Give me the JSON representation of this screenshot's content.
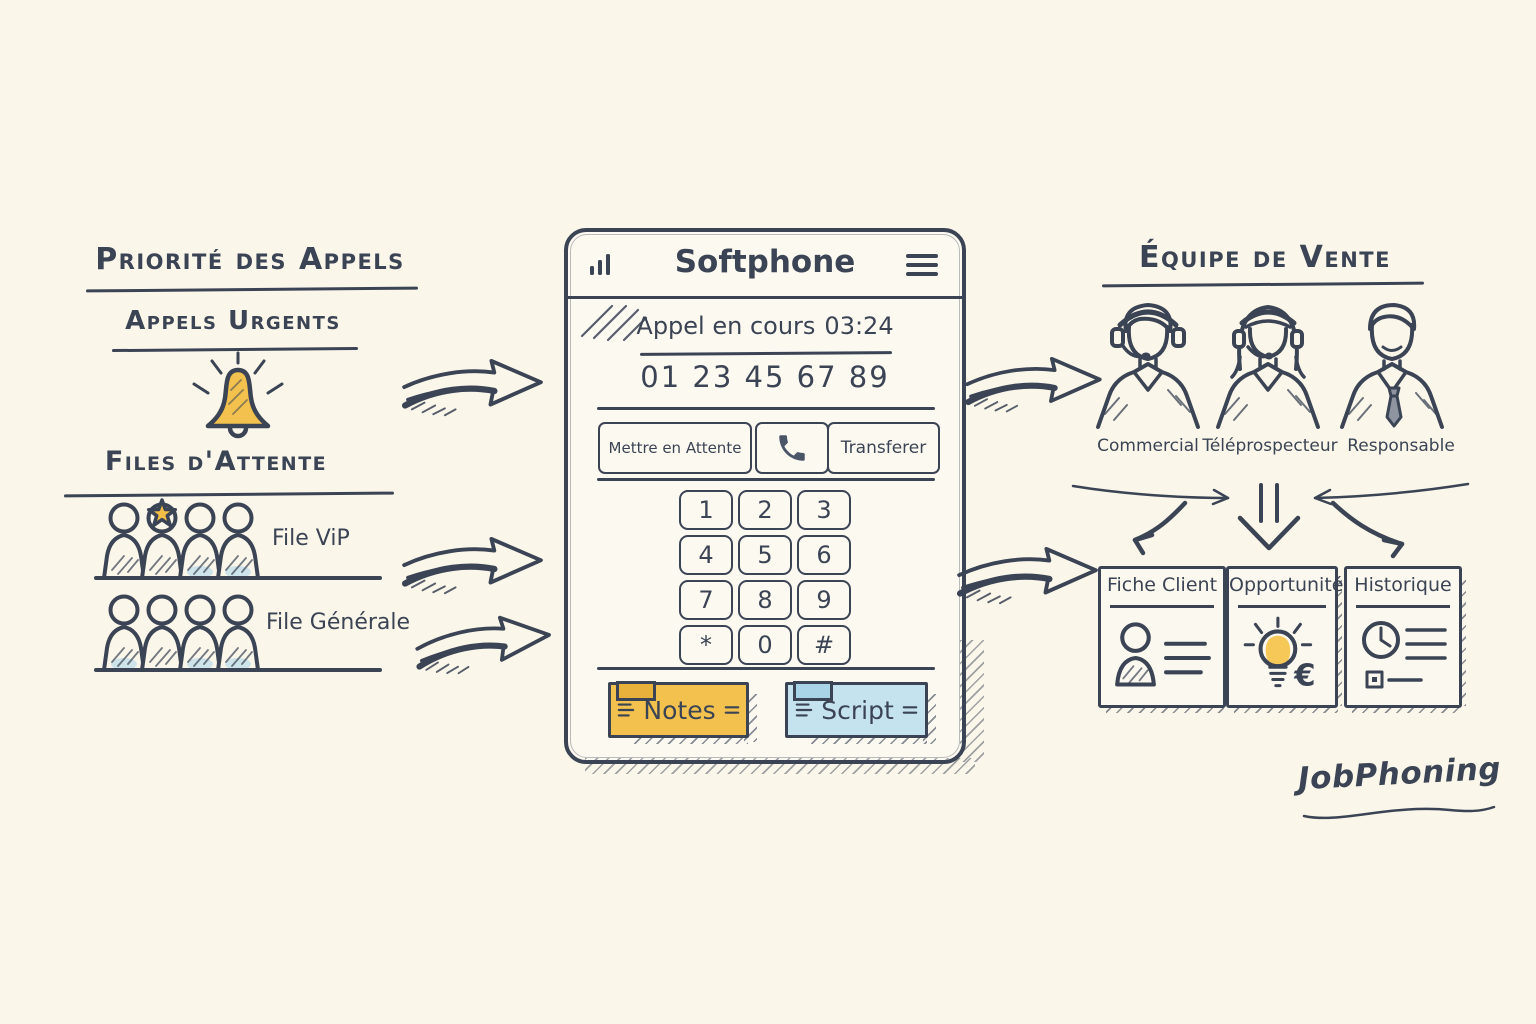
{
  "palette": {
    "background": "#FAF6EA",
    "ink": "#3B4454",
    "accent_yellow": "#F2C14E",
    "accent_blue": "#C5E3EF",
    "watercolor_blue": "#A8D6E9",
    "tie_gray": "#8E95A1"
  },
  "icons": {
    "signal": "signal-bars-icon",
    "menu": "hamburger-menu-icon",
    "call": "phone-handset-icon",
    "urgent": "bell-icon",
    "vip": "star-icon",
    "fiche": "person-card-icon",
    "opportunite": "lightbulb-euro-icon",
    "historique": "clock-icon"
  },
  "left_panel": {
    "title": "Priorité des Appels",
    "urgent": {
      "label": "Appels Urgents"
    },
    "queues_title": "Files d'Attente",
    "queues": [
      {
        "label": "File ViP",
        "members": 4,
        "starred": true
      },
      {
        "label": "File Générale",
        "members": 4,
        "starred": false
      }
    ]
  },
  "softphone": {
    "title": "Softphone",
    "call_status": "Appel en cours",
    "call_timer": "03:24",
    "phone_number": "01 23 45 67 89",
    "buttons": {
      "hold": "Mettre en Attente",
      "transfer": "Transferer"
    },
    "keypad": [
      [
        "1",
        "2",
        "3"
      ],
      [
        "4",
        "5",
        "6"
      ],
      [
        "7",
        "8",
        "9"
      ],
      [
        "*",
        "0",
        "#"
      ]
    ],
    "stickies": [
      {
        "label": "Notes"
      },
      {
        "label": "Script"
      }
    ]
  },
  "team_panel": {
    "title": "Équipe de Vente",
    "members": [
      {
        "role": "Commercial"
      },
      {
        "role": "Téléprospecteur"
      },
      {
        "role": "Responsable"
      }
    ]
  },
  "crm_cards": [
    {
      "title": "Fiche Client"
    },
    {
      "title": "Opportunité",
      "currency": "€"
    },
    {
      "title": "Historique"
    }
  ],
  "brand": "JobPhoning"
}
